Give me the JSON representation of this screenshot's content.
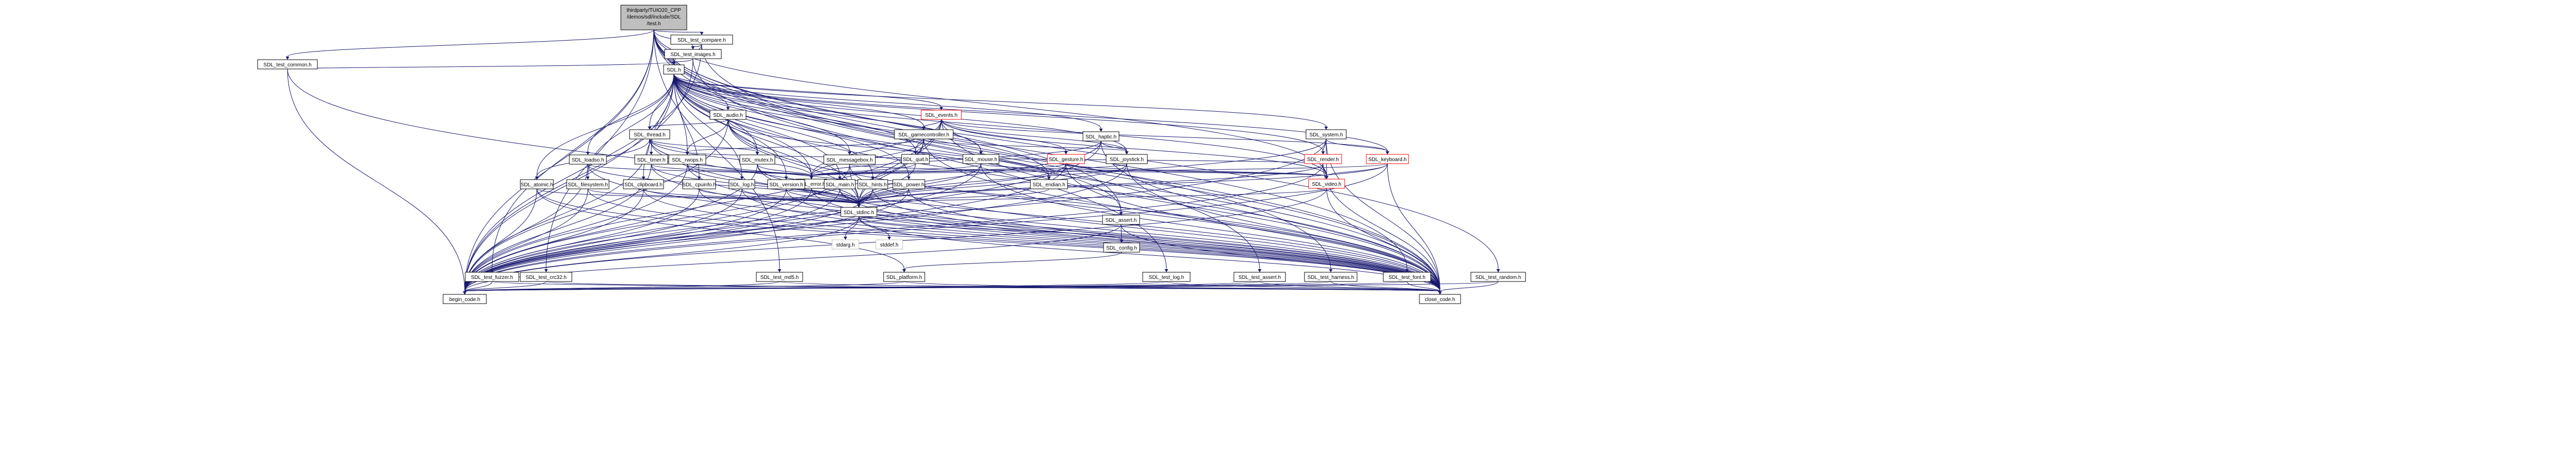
{
  "colors": {
    "edge": "#191970",
    "root_fill": "#bfbfbf",
    "node_border": "#000000",
    "broken_border": "#ff0000",
    "system_border": "#bfbfbf"
  },
  "nodes": {
    "root": [
      "thirdparty/TUIO20_CPP",
      "/demos/sdl/include/SDL",
      "/test.h"
    ],
    "sdl": "SDL.h",
    "test_compare": "SDL_test_compare.h",
    "test_common": "SDL_test_common.h",
    "test_images": "SDL_test_images.h",
    "audio": "SDL_audio.h",
    "events": "SDL_events.h",
    "thread": "SDL_thread.h",
    "gamecontroller": "SDL_gamecontroller.h",
    "haptic": "SDL_haptic.h",
    "system": "SDL_system.h",
    "rwops": "SDL_rwops.h",
    "mutex": "SDL_mutex.h",
    "messagebox": "SDL_messagebox.h",
    "loadso": "SDL_loadso.h",
    "timer": "SDL_timer.h",
    "quit": "SDL_quit.h",
    "mouse": "SDL_mouse.h",
    "gesture": "SDL_gesture.h",
    "joystick": "SDL_joystick.h",
    "render": "SDL_render.h",
    "keyboard": "SDL_keyboard.h",
    "video": "SDL_video.h",
    "error": "SDL_error.h",
    "atomic": "SDL_atomic.h",
    "filesystem": "SDL_filesystem.h",
    "clipboard": "SDL_clipboard.h",
    "cpuinfo": "SDL_cpuinfo.h",
    "log": "SDL_log.h",
    "version": "SDL_version.h",
    "main": "SDL_main.h",
    "hints": "SDL_hints.h",
    "power": "SDL_power.h",
    "endian": "SDL_endian.h",
    "stdinc": "SDL_stdinc.h",
    "assert": "SDL_assert.h",
    "config": "SDL_config.h",
    "stdarg": "stdarg.h",
    "stddef": "stddef.h",
    "platform": "SDL_platform.h",
    "test_fuzzer": "SDL_test_fuzzer.h",
    "test_crc32": "SDL_test_crc32.h",
    "test_md5": "SDL_test_md5.h",
    "test_log": "SDL_test_log.h",
    "test_assert": "SDL_test_assert.h",
    "test_harness": "SDL_test_harness.h",
    "test_font": "SDL_test_font.h",
    "test_random": "SDL_test_random.h",
    "begin_code": "begin_code.h",
    "close_code": "close_code.h"
  }
}
